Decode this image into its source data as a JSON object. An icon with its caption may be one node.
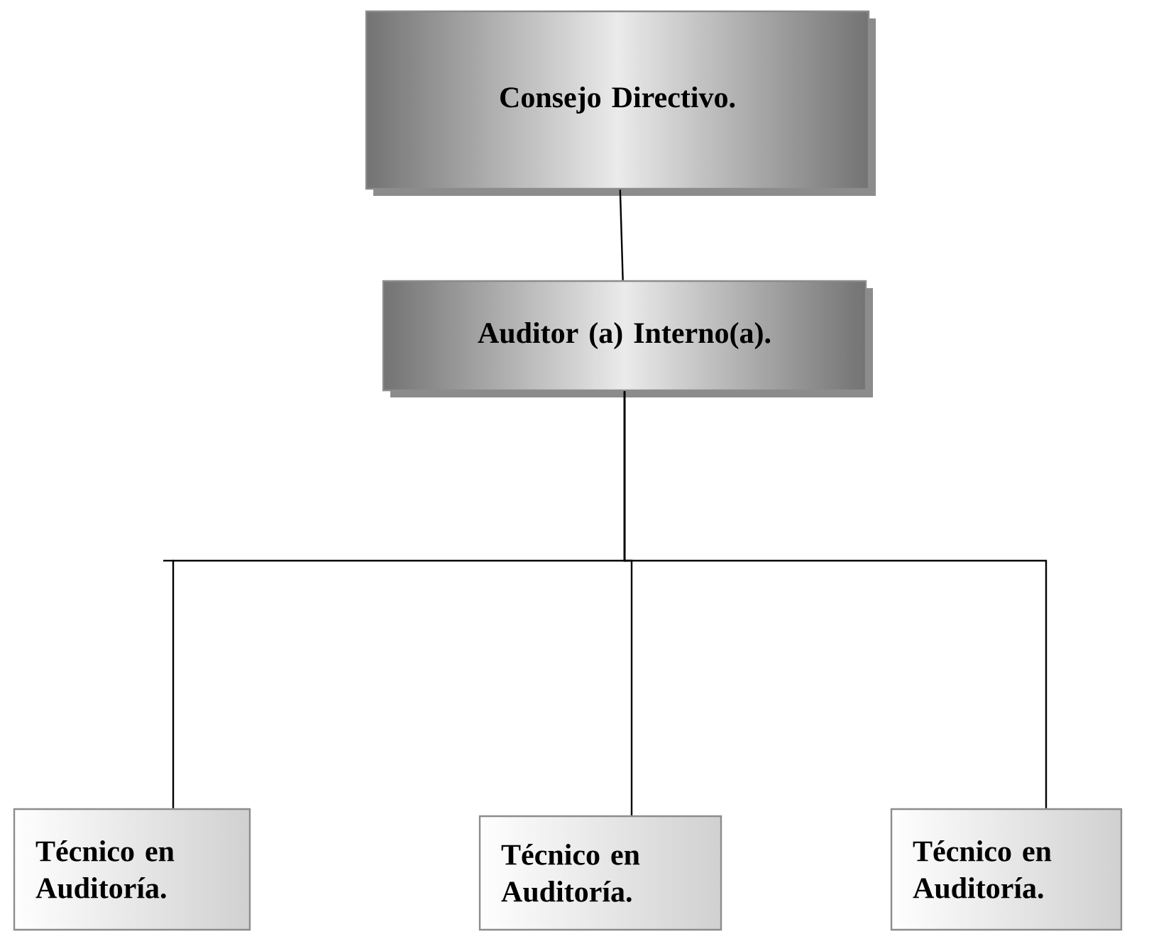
{
  "diagram": {
    "nodes": [
      {
        "text": [
          "Consejo Directivo."
        ]
      },
      {
        "text": [
          "Auditor (a) Interno(a)."
        ]
      },
      {
        "text": [
          "Técnico en Auditoría."
        ]
      },
      {
        "text": [
          "Técnico en Auditoría."
        ]
      },
      {
        "text": [
          "Técnico en Auditoría."
        ]
      }
    ],
    "edges": [
      {
        "from": 0,
        "to": 1,
        "arrow": "none"
      },
      {
        "from": 1,
        "to": 2,
        "arrow": "none"
      },
      {
        "from": 1,
        "to": 3,
        "arrow": "none"
      },
      {
        "from": 1,
        "to": 4,
        "arrow": "none"
      }
    ]
  }
}
